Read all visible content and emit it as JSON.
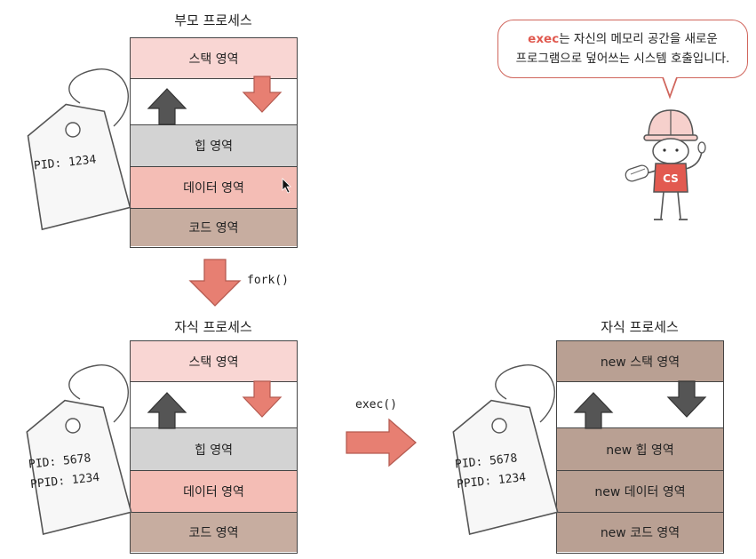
{
  "parent": {
    "title": "부모 프로세스",
    "segments": [
      "스택 영역",
      "",
      "힙 영역",
      "데이터 영역",
      "코드 영역"
    ],
    "tag": [
      "PID: 1234"
    ]
  },
  "fork_label": "fork()",
  "child": {
    "title": "자식 프로세스",
    "segments": [
      "스택 영역",
      "",
      "힙 영역",
      "데이터 영역",
      "코드 영역"
    ],
    "tag": [
      "PID: 5678",
      "PPID: 1234"
    ]
  },
  "exec_label": "exec()",
  "child_exec": {
    "title": "자식 프로세스",
    "segments": [
      "new 스택 영역",
      "",
      "new 힙 영역",
      "new 데이터 영역",
      "new 코드 영역"
    ],
    "tag": [
      "PID: 5678",
      "PPID: 1234"
    ]
  },
  "bubble": {
    "highlight": "exec",
    "line1_rest": "는 자신의 메모리 공간을 새로운",
    "line2": "프로그램으로 덮어쓰는 시스템 호출입니다."
  },
  "mascot": {
    "shirt_text": "CS"
  },
  "colors": {
    "stack": "#f9d6d3",
    "heap": "#d3d3d3",
    "data": "#f4bdb5",
    "code": "#c7ada0",
    "brown": "#b9a093",
    "arrow_red": "#e77f72",
    "arrow_dark": "#555555",
    "accent": "#e0594f"
  }
}
